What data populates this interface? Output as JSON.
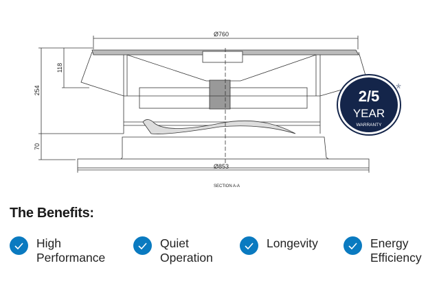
{
  "drawing": {
    "dim_top": "Ø760",
    "dim_bottom": "Ø853",
    "dim_total_height": "254",
    "dim_upper_height": "118",
    "dim_base_height": "70",
    "section_label": "SECTION A-A"
  },
  "badge": {
    "big": "2/5",
    "year": "YEAR",
    "warranty": "WARRANTY",
    "asterisk": "*",
    "color": "#14254a"
  },
  "benefits": {
    "title": "The Benefits:",
    "check_color": "#0a7ac0",
    "items": [
      {
        "line1": "High",
        "line2": "Performance",
        "icon": "check-circle-icon"
      },
      {
        "line1": "Quiet",
        "line2": "Operation",
        "icon": "check-circle-icon"
      },
      {
        "line1": "Longevity",
        "line2": "",
        "icon": "check-circle-icon"
      },
      {
        "line1": "Energy",
        "line2": "Efficiency",
        "icon": "check-circle-icon"
      }
    ]
  }
}
